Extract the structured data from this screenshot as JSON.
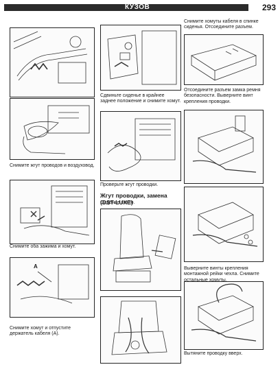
{
  "header": {
    "section_title": "КУЗОВ",
    "page_number": "293"
  },
  "columns": {
    "left": {
      "captions": [
        "Снимите жгут проводов и воздуховод.",
        "Снимите оба зажима и хомут.",
        "Снимите хомут и отпустите держатель кабеля (А)."
      ],
      "label_a": "A"
    },
    "middle": {
      "captions": [
        "Сдвиньте сиденье в крайнее заднее положение и снимите хомут.",
        "Проверьте жгут проводки."
      ],
      "section_heading": "Жгут проводки, замена (DST-LUXE)",
      "section_subtitle": "Сиденье снято."
    },
    "right": {
      "captions": [
        "Снимите хомуты кабеля в спинке сиденья. Отсоедините разъем.",
        "Отсоедините разъем замка ремня безопасности. Выверните винт крепления проводки.",
        "Выверните винты крепления монтажной рейки чехла. Снимите остальные хомуты.",
        "Вытяните проводку вверх."
      ]
    }
  }
}
